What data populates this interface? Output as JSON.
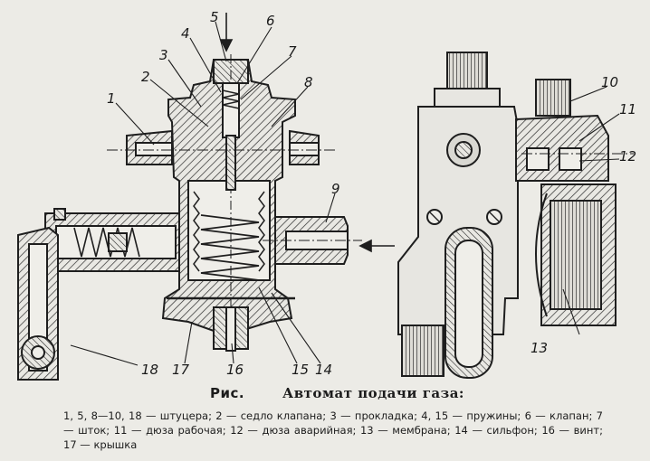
{
  "figure": {
    "caption_prefix": "Рис.",
    "caption_title": "Автомат подачи газа:",
    "legend_text": "1, 5, 8—10, 18 — штуцера; 2 — седло клапана; 3 — прокладка; 4, 15 — пружины; 6 — клапан; 7 — шток; 11 — дюза рабочая; 12 — дюза аварийная; 13 — мембрана; 14 — сильфон; 16 — винт; 17 — крышка",
    "callouts": [
      "1",
      "2",
      "3",
      "4",
      "5",
      "6",
      "7",
      "8",
      "9",
      "10",
      "11",
      "12",
      "13",
      "14",
      "15",
      "16",
      "17",
      "18"
    ]
  }
}
